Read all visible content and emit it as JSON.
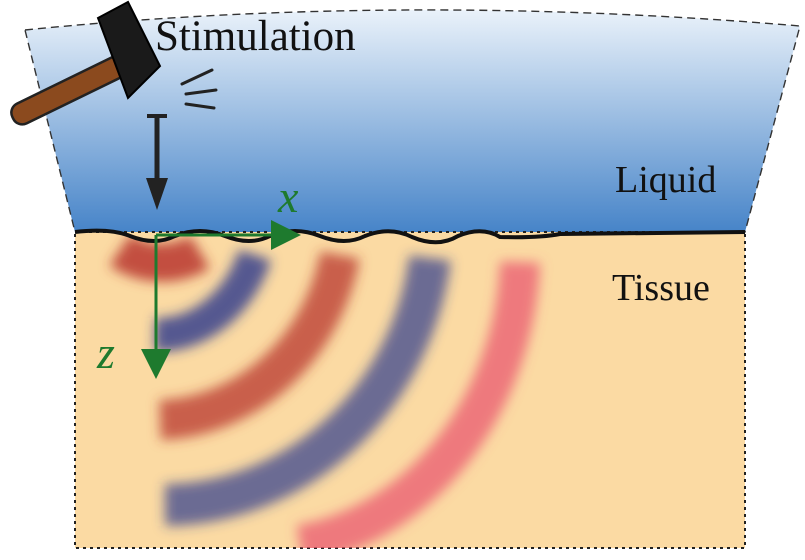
{
  "labels": {
    "stimulation": "Stimulation",
    "liquid": "Liquid",
    "tissue": "Tissue",
    "x_axis": "x",
    "z_axis": "z"
  },
  "colors": {
    "liquid_top": "#eaf2fa",
    "liquid_bottom": "#3f7fc6",
    "tissue": "#fbdaa3",
    "wave_red": "#b8372e",
    "wave_blue": "#2d3a8c",
    "wave_pink": "#ea5a70",
    "axis_green": "#1e7a2e",
    "hammer_head": "#1a1a1a",
    "hammer_handle": "#8b4a1e"
  },
  "icons": {
    "hammer": "hammer-icon",
    "impact": "impact-lines-icon",
    "arrow": "arrow-down-icon"
  }
}
